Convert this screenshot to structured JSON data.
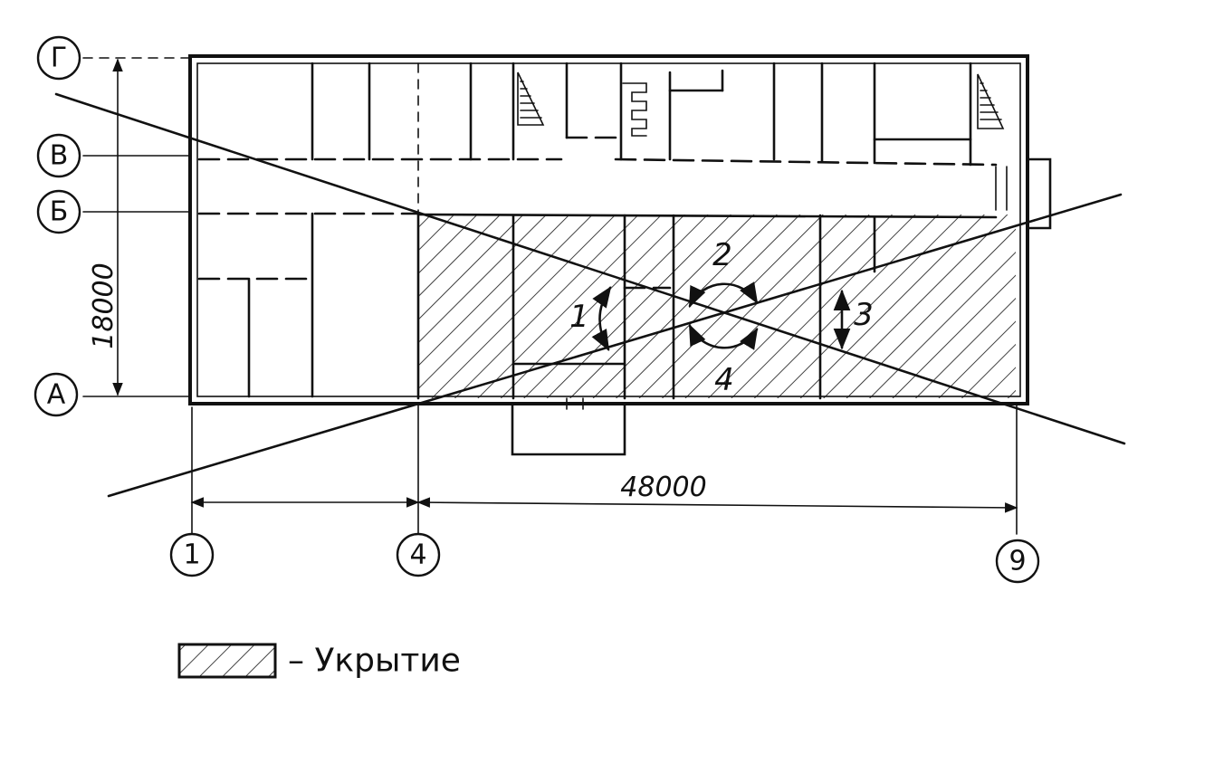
{
  "axes": {
    "rows": [
      "Г",
      "В",
      "Б",
      "А"
    ],
    "columns": [
      "1",
      "4",
      "9"
    ]
  },
  "dimensions": {
    "height": "18000",
    "length": "48000"
  },
  "zones": [
    "1",
    "2",
    "3",
    "4"
  ],
  "legend": {
    "label": "– Укрытие"
  },
  "colors": {
    "ink": "#111111",
    "paper": "#ffffff"
  }
}
